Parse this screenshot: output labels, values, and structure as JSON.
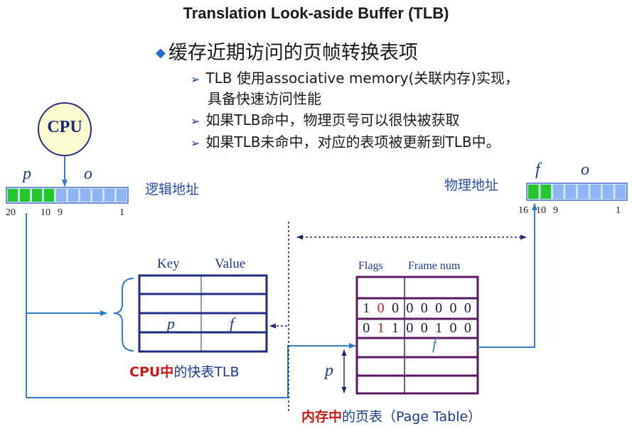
{
  "title": "Translation Look-aside Buffer (TLB)",
  "main_bullet": "缓存近期访问的页帧转换表项",
  "sub_bullets": [
    "TLB 使用associative memory(关联内存)实现，",
    "具备快速访问性能",
    "如果TLB命中，物理页号可以很快被获取",
    "如果TLB未命中，对应的表项被更新到TLB中。"
  ],
  "cpu_label": "CPU",
  "logical_address": {
    "label": "逻辑地址",
    "page_symbol": "p",
    "offset_symbol": "o",
    "bit_labels": [
      "20",
      "10",
      "9",
      "1"
    ]
  },
  "physical_address": {
    "label": "物理地址",
    "frame_symbol": "f",
    "offset_symbol": "o",
    "bit_labels": [
      "16",
      "10",
      "9",
      "1"
    ]
  },
  "tlb": {
    "headers": [
      "Key",
      "Value"
    ],
    "hit_row": [
      "p",
      "f"
    ],
    "caption_red": "CPU中",
    "caption_rest": "的快表TLB"
  },
  "page_table": {
    "headers": [
      "Flags",
      "Frame num"
    ],
    "row1_bits": [
      "1",
      "0",
      "0",
      "0",
      "0",
      "0",
      "0",
      "0"
    ],
    "row2_bits": [
      "0",
      "1",
      "1",
      "0",
      "0",
      "1",
      "0",
      "0"
    ],
    "frame_symbol": "f",
    "index_symbol": "p",
    "caption_red": "内存中",
    "caption_rest": "的页表（Page Table）"
  },
  "colors": {
    "register_green": "#22c82a",
    "register_blue": "#8fb4f4",
    "tlb_border": "#1f2d86",
    "page_table_border": "#5a1860",
    "arrow": "#2f7fcf",
    "bit_red": "#d01818",
    "cpu_fill": "#fbfbd0"
  }
}
